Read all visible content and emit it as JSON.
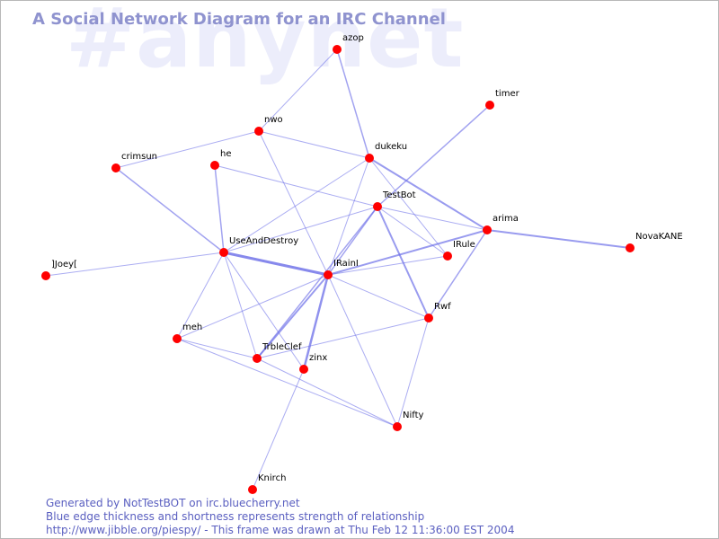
{
  "diagram": {
    "title": "A Social Network Diagram for an IRC Channel",
    "watermark": "#anynet",
    "colors": {
      "edge": "#6b6ee8",
      "node": "#ff0000",
      "title": "#8f93cf",
      "watermark": "#ecedfb",
      "footer": "#5a5fc0"
    },
    "nodes": [
      {
        "id": "azop",
        "label": "azop"
      },
      {
        "id": "timer",
        "label": "timer"
      },
      {
        "id": "nwo",
        "label": "nwo"
      },
      {
        "id": "dukeku",
        "label": "dukeku"
      },
      {
        "id": "crimsun",
        "label": "crimsun"
      },
      {
        "id": "he",
        "label": "he"
      },
      {
        "id": "TestBot",
        "label": "TestBot"
      },
      {
        "id": "arima",
        "label": "arima"
      },
      {
        "id": "NovaKANE",
        "label": "NovaKANE"
      },
      {
        "id": "UseAndDestroy",
        "label": "UseAndDestroy"
      },
      {
        "id": "IRule",
        "label": "IRule"
      },
      {
        "id": "JoeyJ",
        "label": "]Joey["
      },
      {
        "id": "IRainI",
        "label": "IRainI"
      },
      {
        "id": "Rwf",
        "label": "Rwf"
      },
      {
        "id": "meh",
        "label": "meh"
      },
      {
        "id": "TrbleClef",
        "label": "TrbleClef"
      },
      {
        "id": "zinx",
        "label": "zinx"
      },
      {
        "id": "Nifty",
        "label": "Nifty"
      },
      {
        "id": "Knirch",
        "label": "Knirch"
      }
    ],
    "edges": [
      {
        "source": "azop",
        "target": "nwo",
        "weight": 1
      },
      {
        "source": "azop",
        "target": "dukeku",
        "weight": 1.5
      },
      {
        "source": "nwo",
        "target": "crimsun",
        "weight": 1
      },
      {
        "source": "nwo",
        "target": "dukeku",
        "weight": 1
      },
      {
        "source": "nwo",
        "target": "IRainI",
        "weight": 1
      },
      {
        "source": "crimsun",
        "target": "UseAndDestroy",
        "weight": 1.5
      },
      {
        "source": "he",
        "target": "UseAndDestroy",
        "weight": 1.5
      },
      {
        "source": "he",
        "target": "TestBot",
        "weight": 1
      },
      {
        "source": "timer",
        "target": "TestBot",
        "weight": 1.5
      },
      {
        "source": "dukeku",
        "target": "UseAndDestroy",
        "weight": 1
      },
      {
        "source": "dukeku",
        "target": "IRule",
        "weight": 1
      },
      {
        "source": "dukeku",
        "target": "arima",
        "weight": 2
      },
      {
        "source": "dukeku",
        "target": "IRainI",
        "weight": 1
      },
      {
        "source": "TestBot",
        "target": "UseAndDestroy",
        "weight": 1
      },
      {
        "source": "TestBot",
        "target": "IRule",
        "weight": 1
      },
      {
        "source": "TestBot",
        "target": "arima",
        "weight": 1
      },
      {
        "source": "TestBot",
        "target": "IRainI",
        "weight": 1.5
      },
      {
        "source": "TestBot",
        "target": "Rwf",
        "weight": 2
      },
      {
        "source": "TestBot",
        "target": "TrbleClef",
        "weight": 1.5
      },
      {
        "source": "arima",
        "target": "NovaKANE",
        "weight": 2
      },
      {
        "source": "arima",
        "target": "IRainI",
        "weight": 2
      },
      {
        "source": "arima",
        "target": "Rwf",
        "weight": 1.5
      },
      {
        "source": "UseAndDestroy",
        "target": "JoeyJ",
        "weight": 1
      },
      {
        "source": "UseAndDestroy",
        "target": "IRainI",
        "weight": 3
      },
      {
        "source": "UseAndDestroy",
        "target": "meh",
        "weight": 1
      },
      {
        "source": "UseAndDestroy",
        "target": "TrbleClef",
        "weight": 1
      },
      {
        "source": "UseAndDestroy",
        "target": "zinx",
        "weight": 1
      },
      {
        "source": "IRainI",
        "target": "IRule",
        "weight": 1
      },
      {
        "source": "IRainI",
        "target": "Rwf",
        "weight": 1
      },
      {
        "source": "IRainI",
        "target": "meh",
        "weight": 1
      },
      {
        "source": "IRainI",
        "target": "TrbleClef",
        "weight": 2
      },
      {
        "source": "IRainI",
        "target": "zinx",
        "weight": 2.5
      },
      {
        "source": "IRainI",
        "target": "Nifty",
        "weight": 1
      },
      {
        "source": "Rwf",
        "target": "TrbleClef",
        "weight": 1
      },
      {
        "source": "Rwf",
        "target": "Nifty",
        "weight": 1
      },
      {
        "source": "meh",
        "target": "TrbleClef",
        "weight": 1
      },
      {
        "source": "meh",
        "target": "Nifty",
        "weight": 1
      },
      {
        "source": "TrbleClef",
        "target": "Nifty",
        "weight": 1
      },
      {
        "source": "zinx",
        "target": "Knirch",
        "weight": 1
      }
    ]
  },
  "footer": {
    "line1": "Generated by NotTestBOT on irc.bluecherry.net",
    "line2": "Blue edge thickness and shortness represents strength of relationship",
    "line3": "http://www.jibble.org/piespy/ - This frame was drawn at Thu Feb 12 11:36:00 EST 2004"
  }
}
